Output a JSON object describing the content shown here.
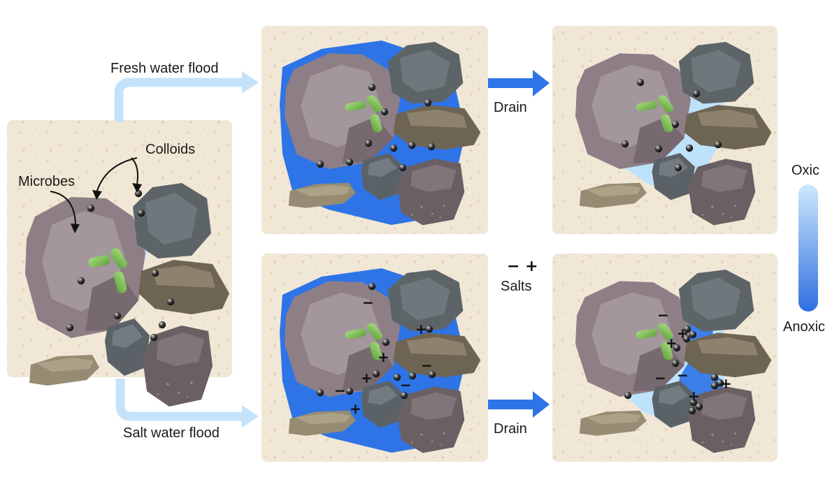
{
  "labels": {
    "fresh_water_flood": "Fresh water flood",
    "salt_water_flood": "Salt water flood",
    "drain_top": "Drain",
    "drain_bottom": "Drain",
    "salts": "Salts",
    "salts_symbols": "− +",
    "colloids": "Colloids",
    "microbes": "Microbes",
    "oxic": "Oxic",
    "anoxic": "Anoxic"
  },
  "colors": {
    "soil": "#f1e7d6",
    "water_flooded": "#2e74e6",
    "water_drained": "#bfe2fb",
    "arrow_flow": "#c4e3fb",
    "arrow_drain": "#2f74e6",
    "gradient_top": "#cfe9fd",
    "gradient_bottom": "#2f6fe0",
    "microbe": "#7fc25a"
  }
}
